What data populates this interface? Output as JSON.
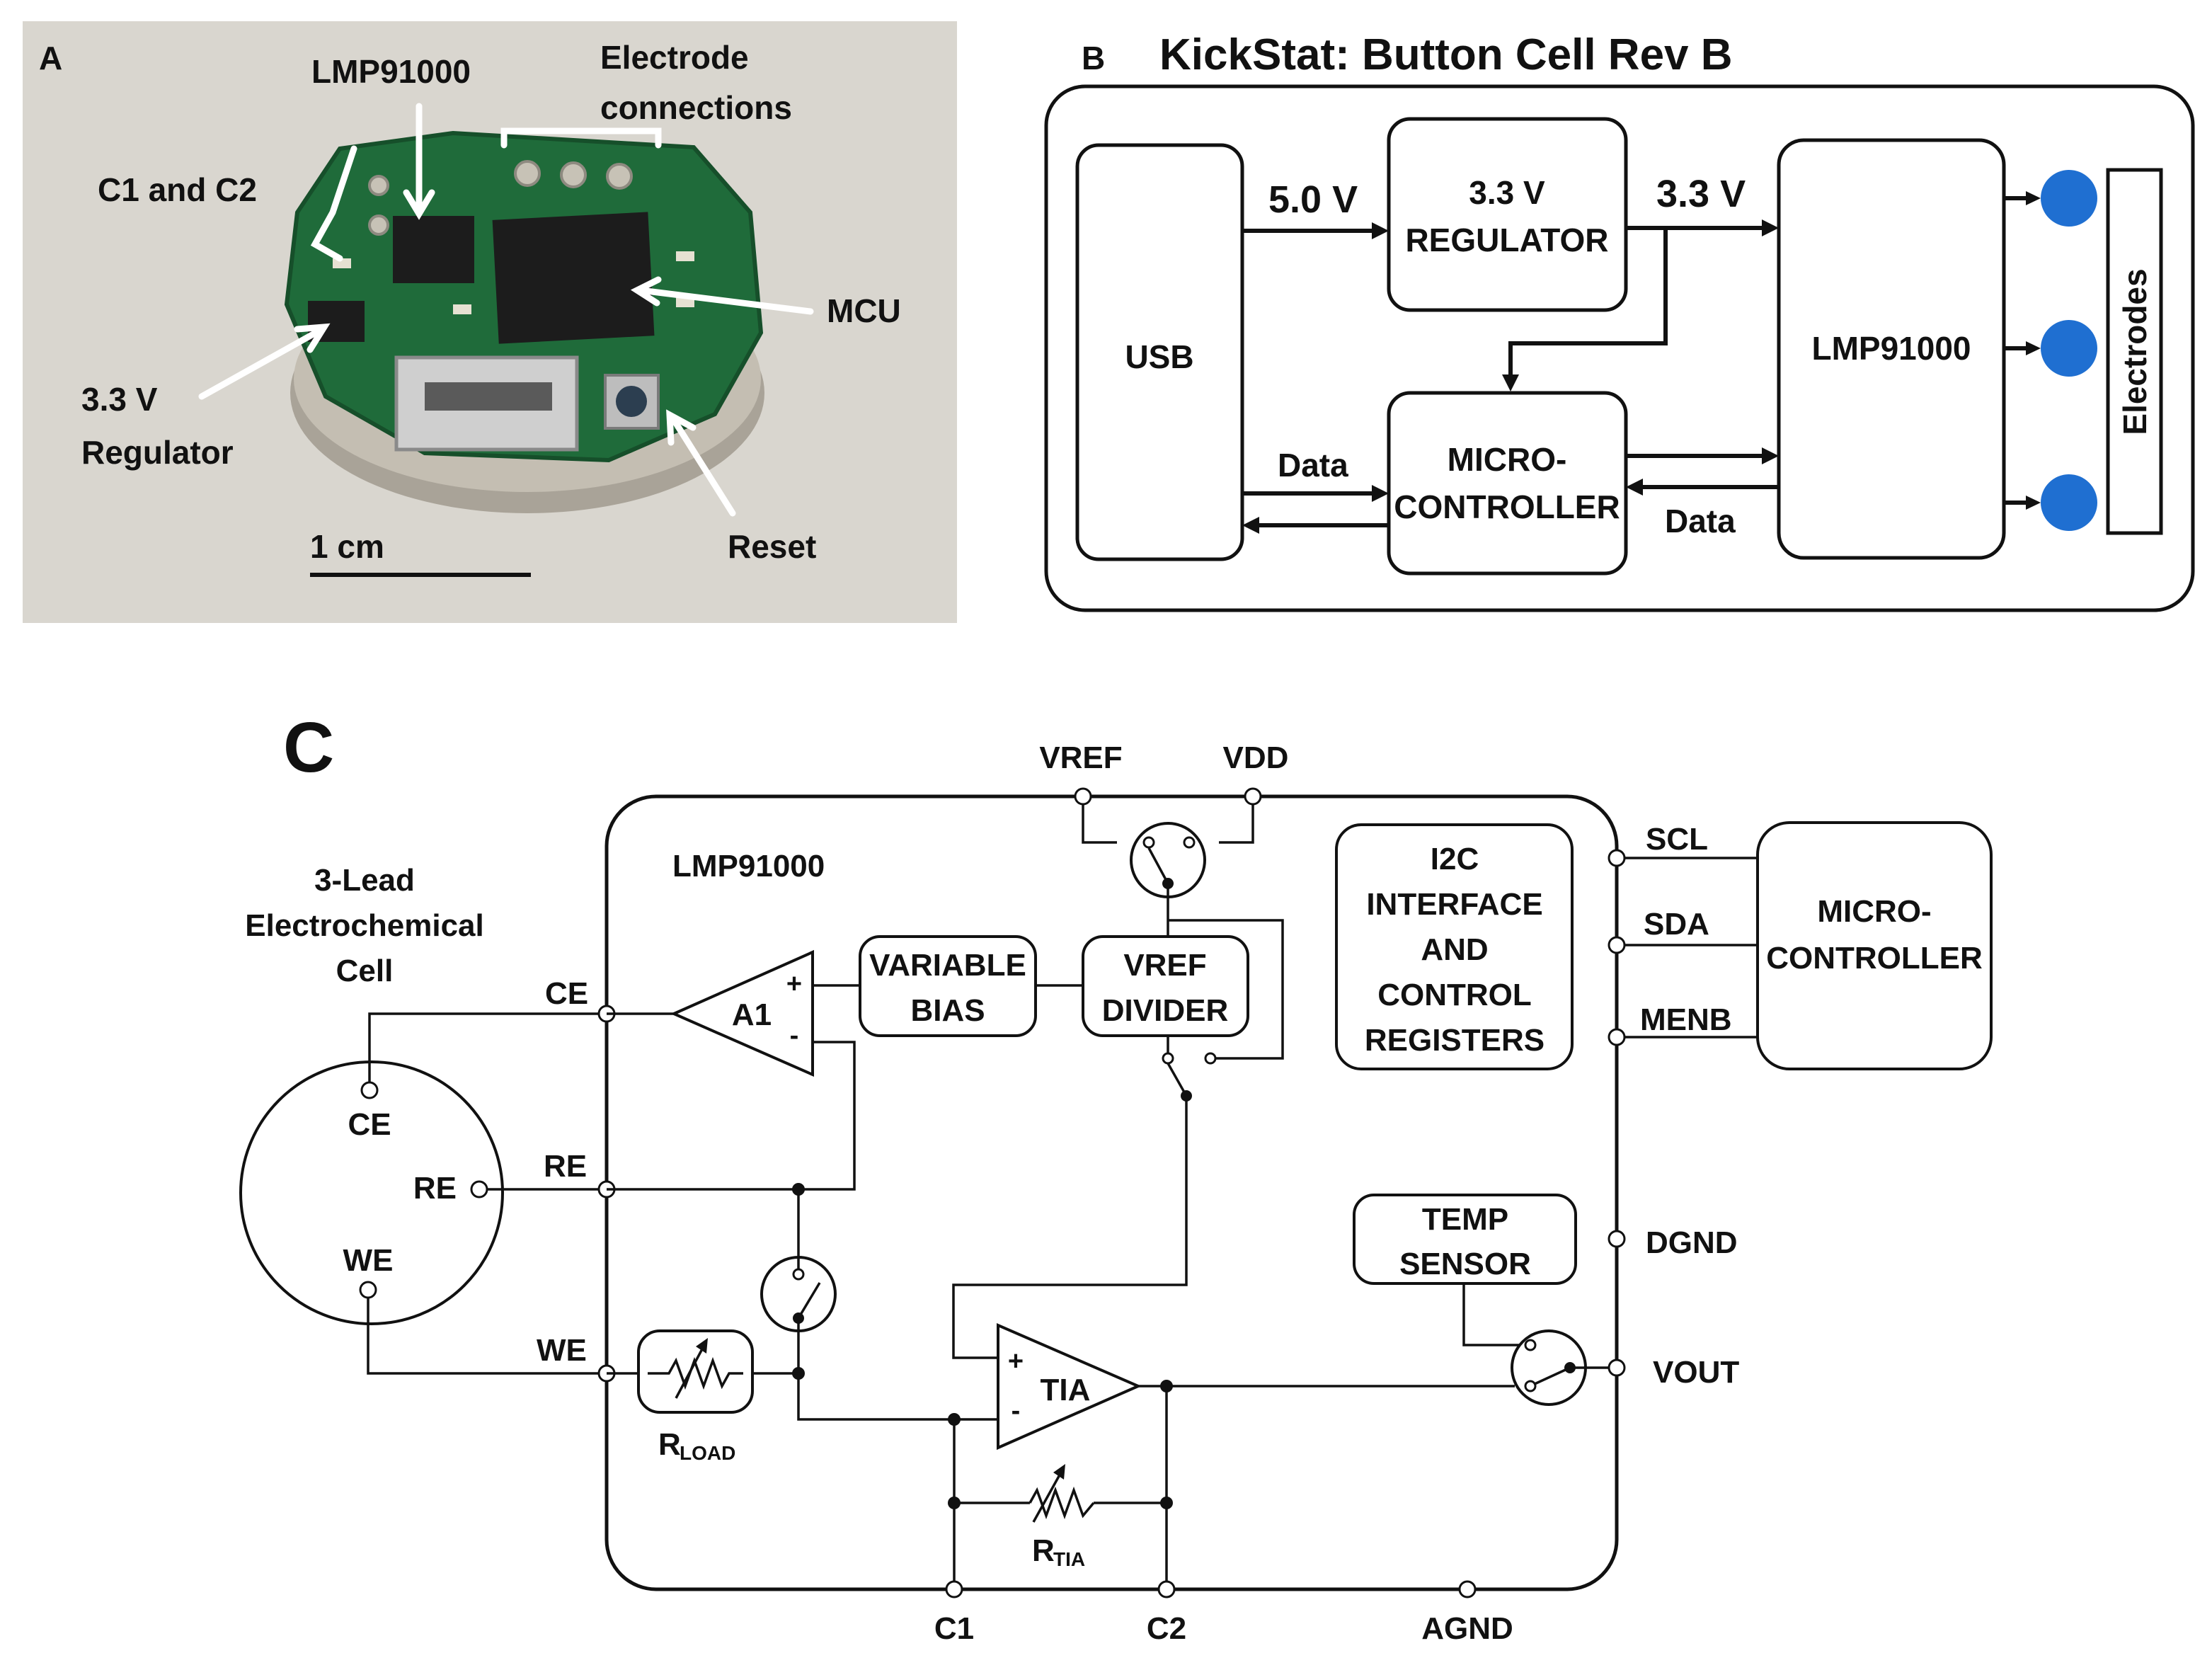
{
  "panel_a": {
    "letter": "A",
    "labels": {
      "lmp": "LMP91000",
      "electrode_line1": "Electrode",
      "electrode_line2": "connections",
      "c1c2": "C1 and C2",
      "mcu": "MCU",
      "reg_line1": "3.3 V",
      "reg_line2": "Regulator",
      "scale": "1 cm",
      "reset": "Reset"
    },
    "colors": {
      "photo_bg": "#d9d6cf",
      "pcb": "#1f6b3a",
      "coin": "#b8b2a6",
      "chip": "#1c1c1c"
    }
  },
  "panel_b": {
    "letter": "B",
    "title": "KickStat: Button Cell Rev B",
    "usb": "USB",
    "reg_line1": "3.3 V",
    "reg_line2": "REGULATOR",
    "mcu_line1": "MICRO-",
    "mcu_line2": "CONTROLLER",
    "lmp": "LMP91000",
    "electrodes": "Electrodes",
    "v5": "5.0 V",
    "v33": "3.3 V",
    "data_left": "Data",
    "data_right": "Data",
    "colors": {
      "electrode_dot": "#1f6fd1"
    }
  },
  "panel_c": {
    "letter": "C",
    "chip_name": "LMP91000",
    "cell_line1": "3-Lead",
    "cell_line2": "Electrochemical",
    "cell_line3": "Cell",
    "cell_ce": "CE",
    "cell_re": "RE",
    "cell_we": "WE",
    "pin_ce": "CE",
    "pin_re": "RE",
    "pin_we": "WE",
    "vref": "VREF",
    "vdd": "VDD",
    "a1": "A1",
    "plus": "+",
    "minus": "-",
    "bias_line1": "VARIABLE",
    "bias_line2": "BIAS",
    "div_line1": "VREF",
    "div_line2": "DIVIDER",
    "i2c_line1": "I2C",
    "i2c_line2": "INTERFACE",
    "i2c_line3": "AND",
    "i2c_line4": "CONTROL",
    "i2c_line5": "REGISTERS",
    "scl": "SCL",
    "sda": "SDA",
    "menb": "MENB",
    "dgnd": "DGND",
    "vout": "VOUT",
    "temp_line1": "TEMP",
    "temp_line2": "SENSOR",
    "tia": "TIA",
    "rload_main": "R",
    "rload_sub": "LOAD",
    "rtia_main": "R",
    "rtia_sub": "TIA",
    "c1": "C1",
    "c2": "C2",
    "agnd": "AGND",
    "mcu_line1": "MICRO-",
    "mcu_line2": "CONTROLLER"
  }
}
